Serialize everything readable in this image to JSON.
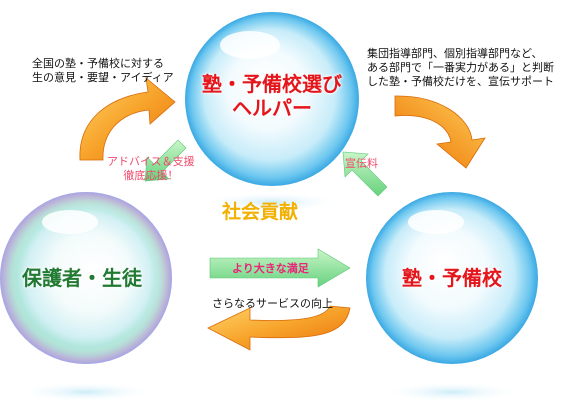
{
  "nodes": {
    "top": {
      "line1": "塾・予備校選び",
      "line2": "ヘルパー"
    },
    "left": {
      "label": "保護者・生徒"
    },
    "right": {
      "label": "塾・予備校"
    }
  },
  "center_label": "社会貢献",
  "notes": {
    "top_left": [
      "全国の塾・予備校に対する",
      "生の意見・要望・アイディア"
    ],
    "top_right": [
      "集団指導部門、個別指導部門など、",
      "ある部門で「一番実力がある」と判断",
      "した塾・予備校だけを、宣伝サポート"
    ],
    "bottom": "さらなるサービスの向上"
  },
  "arrow_labels": {
    "support": [
      "アドバイス＆支援",
      "徹底応援！"
    ],
    "ad_fee": "宣伝料",
    "satisfaction": "より大きな満足"
  },
  "colors": {
    "arrow_orange": "#f08a12",
    "arrow_green": "#8ee29a",
    "title_red": "#e4161b",
    "title_green": "#217a32",
    "center_gold": "#f2b000"
  }
}
